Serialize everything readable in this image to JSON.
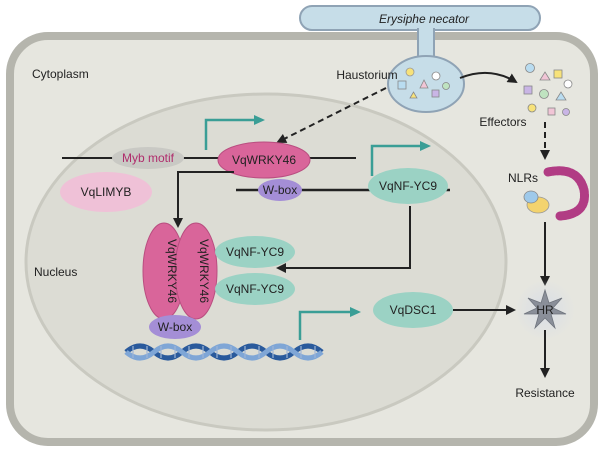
{
  "labels": {
    "pathogen": "Erysiphe necator",
    "cytoplasm": "Cytoplasm",
    "haustorium": "Haustorium",
    "effectors": "Effectors",
    "nlrs": "NLRs",
    "nucleus": "Nucleus",
    "myb_motif": "Myb motif",
    "vqwrky46": "VqWRKY46",
    "vqlimyb": "VqLIMYB",
    "wbox_top": "W-box",
    "vqnfyc9_top": "VqNF-YC9",
    "dimer_left": "VqWRKY46",
    "dimer_right": "VqWRKY46",
    "nfyc9_upper": "VqNF-YC9",
    "nfyc9_lower": "VqNF-YC9",
    "wbox_bottom": "W-box",
    "vqdsc1": "VqDSC1",
    "hr": "HR",
    "resistance": "Resistance"
  },
  "colors": {
    "cell_wall": "#b5b5ad",
    "cell_fill": "#e6e6df",
    "nucleus_fill": "#dcdcd4",
    "wrky_pink": "#d9659a",
    "limyb_pink": "#efc1d7",
    "wbox_purple": "#a48ed6",
    "nfyc_teal": "#9bd2c4",
    "myb_grey": "#c9c9c4",
    "dna_blue": "#2a5a9c",
    "arrow_teal": "#3a9e96",
    "pathogen_fill": "#c6dde8",
    "pathogen_stroke": "#8fa3b5"
  }
}
